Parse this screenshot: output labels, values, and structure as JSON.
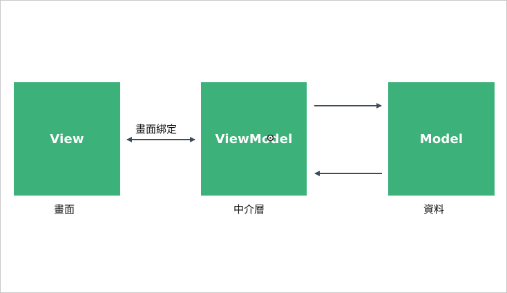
{
  "diagram": {
    "boxes": {
      "view": "View",
      "viewmodel": "ViewModel",
      "model": "Model"
    },
    "captions": {
      "view": "畫面",
      "viewmodel": "中介層",
      "model": "資料"
    },
    "binding_label": "畫面綁定"
  },
  "colors": {
    "box_fill": "#3cb179",
    "arrow": "#3d4c5c"
  }
}
